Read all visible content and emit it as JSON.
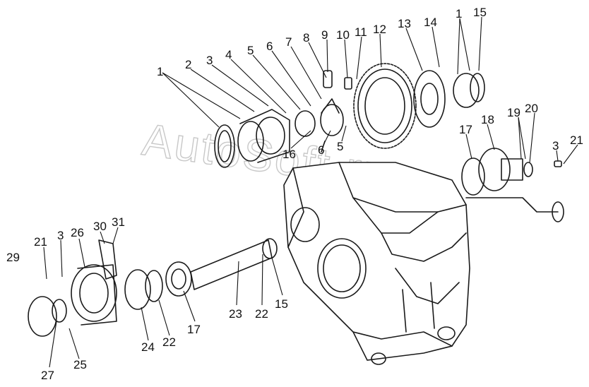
{
  "watermark": "AutoSoft.ru",
  "callouts": [
    {
      "id": "c1a",
      "text": "1"
    },
    {
      "id": "c2",
      "text": "2"
    },
    {
      "id": "c3a",
      "text": "3"
    },
    {
      "id": "c4",
      "text": "4"
    },
    {
      "id": "c5a",
      "text": "5"
    },
    {
      "id": "c6a",
      "text": "6"
    },
    {
      "id": "c7",
      "text": "7"
    },
    {
      "id": "c8",
      "text": "8"
    },
    {
      "id": "c9",
      "text": "9"
    },
    {
      "id": "c10",
      "text": "10"
    },
    {
      "id": "c11",
      "text": "11"
    },
    {
      "id": "c12",
      "text": "12"
    },
    {
      "id": "c13",
      "text": "13"
    },
    {
      "id": "c14",
      "text": "14"
    },
    {
      "id": "c1b",
      "text": "1"
    },
    {
      "id": "c15a",
      "text": "15"
    },
    {
      "id": "c16",
      "text": "16"
    },
    {
      "id": "c6b",
      "text": "6"
    },
    {
      "id": "c5b",
      "text": "5"
    },
    {
      "id": "c17a",
      "text": "17"
    },
    {
      "id": "c18",
      "text": "18"
    },
    {
      "id": "c19",
      "text": "19"
    },
    {
      "id": "c20",
      "text": "20"
    },
    {
      "id": "c3b",
      "text": "3"
    },
    {
      "id": "c21a",
      "text": "21"
    },
    {
      "id": "c29",
      "text": "29"
    },
    {
      "id": "c21b",
      "text": "21"
    },
    {
      "id": "c3c",
      "text": "3"
    },
    {
      "id": "c26",
      "text": "26"
    },
    {
      "id": "c30",
      "text": "30"
    },
    {
      "id": "c31",
      "text": "31"
    },
    {
      "id": "c17b",
      "text": "17"
    },
    {
      "id": "c23",
      "text": "23"
    },
    {
      "id": "c22a",
      "text": "22"
    },
    {
      "id": "c15b",
      "text": "15"
    },
    {
      "id": "c24",
      "text": "24"
    },
    {
      "id": "c22b",
      "text": "22"
    },
    {
      "id": "c27",
      "text": "27"
    },
    {
      "id": "c25",
      "text": "25"
    }
  ]
}
